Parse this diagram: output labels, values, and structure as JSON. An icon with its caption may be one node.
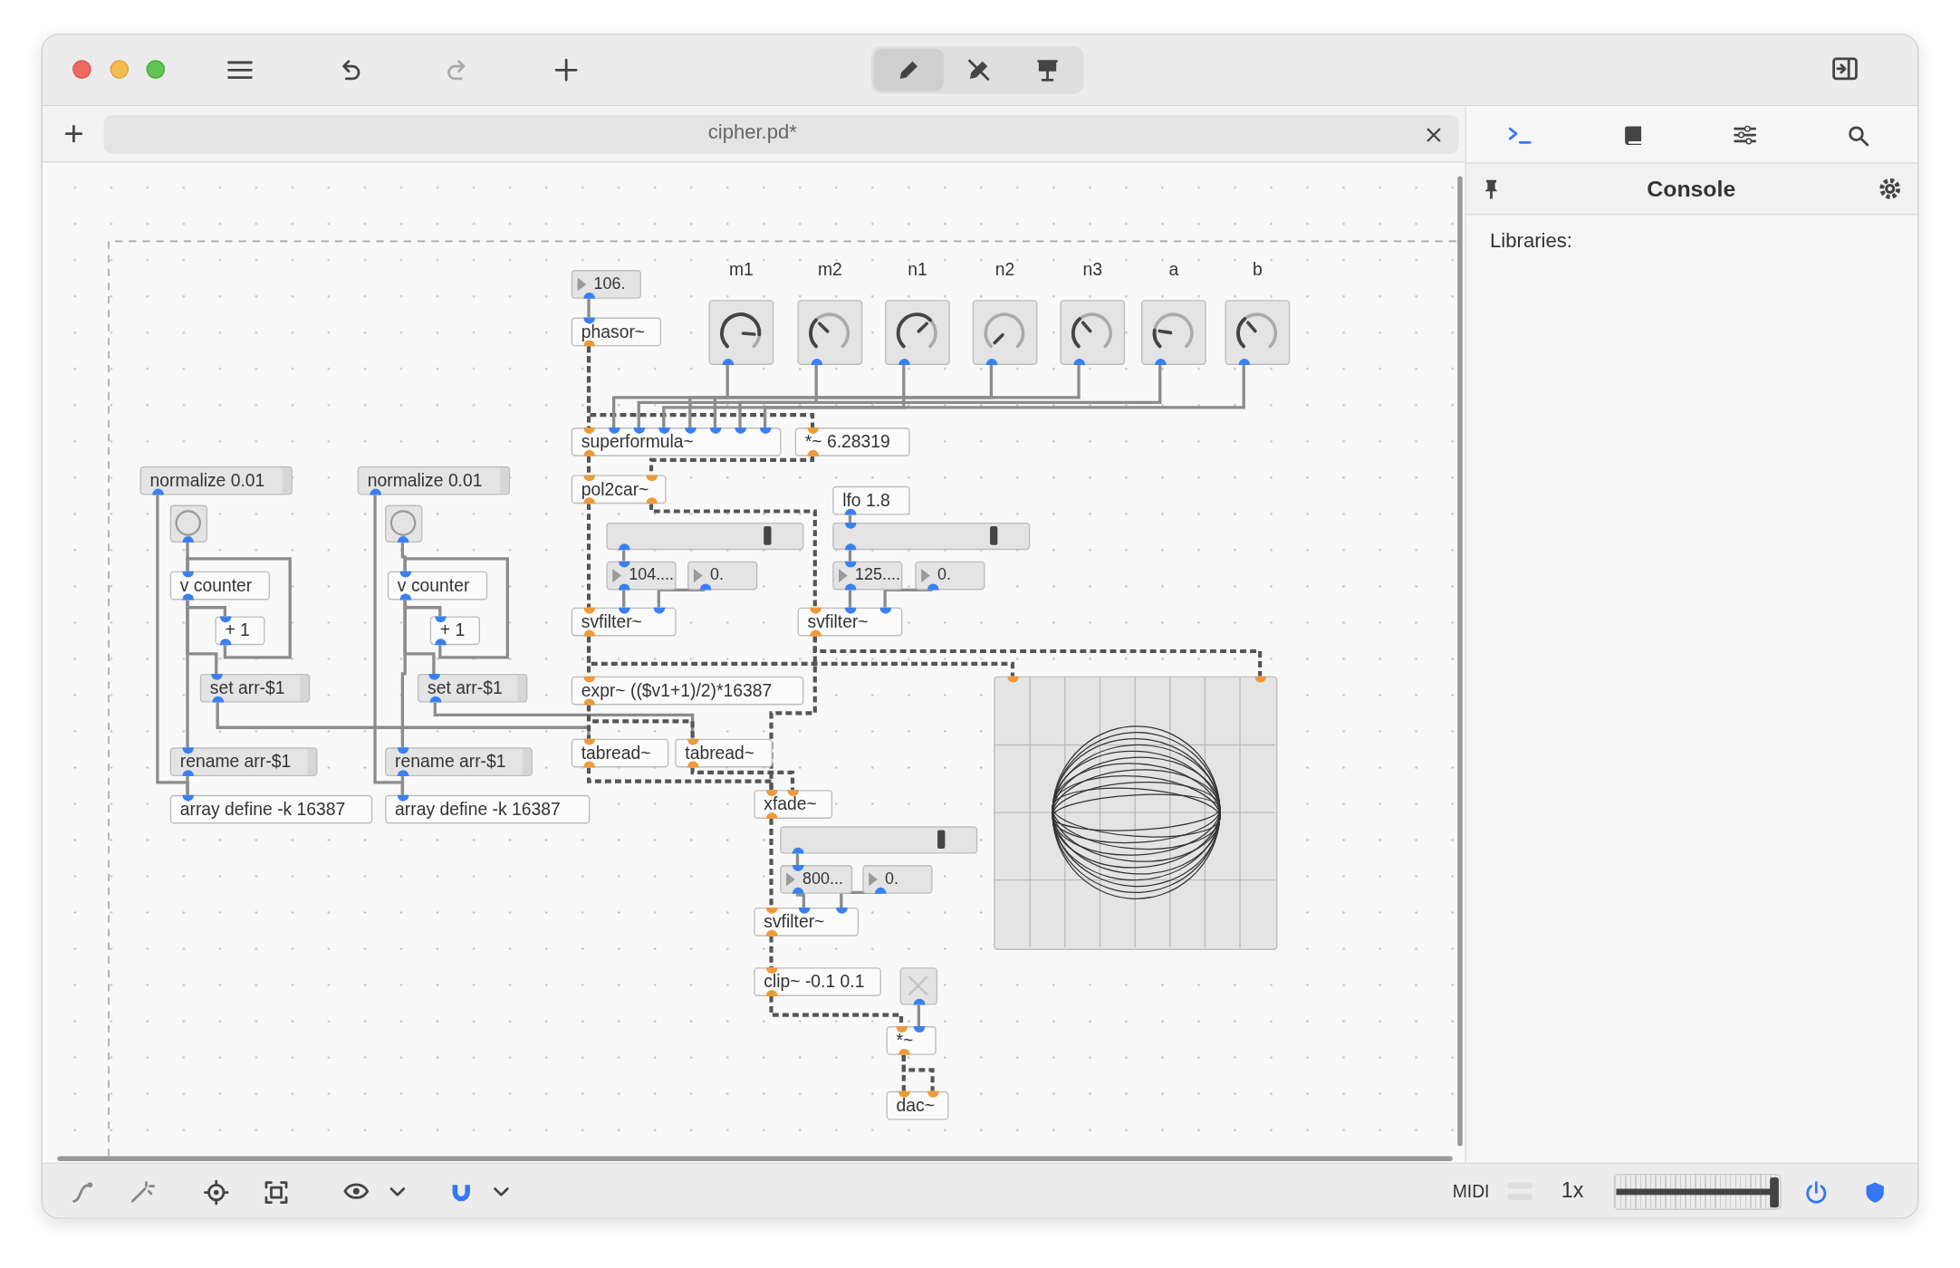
{
  "diagram": {
    "nodes": [
      {
        "text": [
          "normalize 0.01"
        ]
      },
      {
        "text": [],
        "shape": "circle"
      },
      {
        "text": [
          "v counter"
        ]
      },
      {
        "text": [
          "+ 1"
        ]
      },
      {
        "text": [
          "set arr-$1"
        ]
      },
      {
        "text": [
          "rename arr-$1"
        ]
      },
      {
        "text": [
          "array define -k 16387"
        ]
      },
      {
        "text": [
          "normalize 0.01"
        ]
      },
      {
        "text": [],
        "shape": "circle"
      },
      {
        "text": [
          "v counter"
        ]
      },
      {
        "text": [
          "+ 1"
        ]
      },
      {
        "text": [
          "set arr-$1"
        ]
      },
      {
        "text": [
          "rename arr-$1"
        ]
      },
      {
        "text": [
          "array define -k 16387"
        ]
      },
      {
        "text": [
          "106."
        ]
      },
      {
        "text": [
          "phasor~"
        ]
      },
      {
        "text": [],
        "shape": "picture",
        "beside": [
          "m1"
        ]
      },
      {
        "text": [],
        "shape": "picture",
        "beside": [
          "m2"
        ]
      },
      {
        "text": [],
        "shape": "picture",
        "beside": [
          "n1"
        ]
      },
      {
        "text": [],
        "shape": "picture",
        "beside": [
          "n2"
        ]
      },
      {
        "text": [],
        "shape": "picture",
        "beside": [
          "n3"
        ]
      },
      {
        "text": [],
        "shape": "picture",
        "beside": [
          "a"
        ]
      },
      {
        "text": [],
        "shape": "picture",
        "beside": [
          "b"
        ]
      },
      {
        "text": [
          "superformula~"
        ]
      },
      {
        "text": [
          "*~ 6.28319"
        ]
      },
      {
        "text": [
          "pol2car~"
        ]
      },
      {
        "text": [
          "lfo 1.8"
        ]
      },
      {
        "text": [],
        "shape": "bar"
      },
      {
        "text": [],
        "shape": "bar"
      },
      {
        "text": [
          "104...."
        ]
      },
      {
        "text": [
          "0."
        ]
      },
      {
        "text": [
          "125...."
        ]
      },
      {
        "text": [
          "0."
        ]
      },
      {
        "text": [
          "svfilter~"
        ]
      },
      {
        "text": [
          "svfilter~"
        ]
      },
      {
        "text": [
          "expr~ (($v1+1)/2)*16387"
        ]
      },
      {
        "text": [
          "tabread~"
        ]
      },
      {
        "text": [
          "tabread~"
        ]
      },
      {
        "text": [],
        "shape": "picture"
      },
      {
        "text": [
          "xfade~"
        ]
      },
      {
        "text": [],
        "shape": "bar"
      },
      {
        "text": [
          "800..."
        ]
      },
      {
        "text": [
          "0."
        ]
      },
      {
        "text": [
          "svfilter~"
        ]
      },
      {
        "text": [
          "clip~ -0.1 0.1"
        ]
      },
      {
        "text": [],
        "shape": "box"
      },
      {
        "text": [
          "*~"
        ]
      },
      {
        "text": [
          "dac~"
        ]
      }
    ],
    "edges": [
      {
        "from": 0,
        "to": 6,
        "arrow": "none"
      },
      {
        "from": 1,
        "to": 2,
        "arrow": "none"
      },
      {
        "from": 2,
        "to": 3,
        "arrow": "none"
      },
      {
        "from": 3,
        "to": 2,
        "arrow": "none"
      },
      {
        "from": 2,
        "to": 4,
        "arrow": "none"
      },
      {
        "from": 2,
        "to": 5,
        "arrow": "none"
      },
      {
        "from": 5,
        "to": 6,
        "arrow": "none"
      },
      {
        "from": 7,
        "to": 13,
        "arrow": "none"
      },
      {
        "from": 8,
        "to": 9,
        "arrow": "none"
      },
      {
        "from": 9,
        "to": 10,
        "arrow": "none"
      },
      {
        "from": 10,
        "to": 9,
        "arrow": "none"
      },
      {
        "from": 9,
        "to": 11,
        "arrow": "none"
      },
      {
        "from": 9,
        "to": 12,
        "arrow": "none"
      },
      {
        "from": 12,
        "to": 13,
        "arrow": "none"
      },
      {
        "from": 4,
        "to": 36,
        "arrow": "none"
      },
      {
        "from": 11,
        "to": 37,
        "arrow": "none"
      },
      {
        "from": 14,
        "to": 15,
        "arrow": "none"
      },
      {
        "from": 15,
        "to": 23,
        "arrow": "none",
        "style": "dashed"
      },
      {
        "from": 15,
        "to": 24,
        "arrow": "none",
        "style": "dashed"
      },
      {
        "from": 16,
        "to": 23,
        "arrow": "none"
      },
      {
        "from": 17,
        "to": 23,
        "arrow": "none"
      },
      {
        "from": 18,
        "to": 23,
        "arrow": "none"
      },
      {
        "from": 19,
        "to": 23,
        "arrow": "none"
      },
      {
        "from": 20,
        "to": 23,
        "arrow": "none"
      },
      {
        "from": 21,
        "to": 23,
        "arrow": "none"
      },
      {
        "from": 22,
        "to": 23,
        "arrow": "none"
      },
      {
        "from": 23,
        "to": 25,
        "arrow": "none",
        "style": "dashed"
      },
      {
        "from": 24,
        "to": 25,
        "arrow": "none",
        "style": "dashed"
      },
      {
        "from": 25,
        "to": 33,
        "arrow": "none",
        "style": "dashed"
      },
      {
        "from": 25,
        "to": 34,
        "arrow": "none",
        "style": "dashed"
      },
      {
        "from": 27,
        "to": 29,
        "arrow": "none"
      },
      {
        "from": 29,
        "to": 33,
        "arrow": "none"
      },
      {
        "from": 30,
        "to": 33,
        "arrow": "none"
      },
      {
        "from": 26,
        "to": 28,
        "arrow": "none"
      },
      {
        "from": 28,
        "to": 31,
        "arrow": "none"
      },
      {
        "from": 31,
        "to": 34,
        "arrow": "none"
      },
      {
        "from": 32,
        "to": 34,
        "arrow": "none"
      },
      {
        "from": 33,
        "to": 35,
        "arrow": "none",
        "style": "dashed"
      },
      {
        "from": 33,
        "to": 38,
        "arrow": "none",
        "style": "dashed"
      },
      {
        "from": 34,
        "to": 38,
        "arrow": "none",
        "style": "dashed"
      },
      {
        "from": 34,
        "to": 39,
        "arrow": "none",
        "style": "dashed"
      },
      {
        "from": 35,
        "to": 36,
        "arrow": "none",
        "style": "dashed"
      },
      {
        "from": 35,
        "to": 37,
        "arrow": "none",
        "style": "dashed"
      },
      {
        "from": 36,
        "to": 39,
        "arrow": "none",
        "style": "dashed"
      },
      {
        "from": 37,
        "to": 39,
        "arrow": "none",
        "style": "dashed"
      },
      {
        "from": 40,
        "to": 41,
        "arrow": "none"
      },
      {
        "from": 39,
        "to": 43,
        "arrow": "none",
        "style": "dashed"
      },
      {
        "from": 41,
        "to": 43,
        "arrow": "none"
      },
      {
        "from": 42,
        "to": 43,
        "arrow": "none"
      },
      {
        "from": 43,
        "to": 44,
        "arrow": "none",
        "style": "dashed"
      },
      {
        "from": 44,
        "to": 46,
        "arrow": "none",
        "style": "dashed"
      },
      {
        "from": 45,
        "to": 46,
        "arrow": "none"
      },
      {
        "from": 46,
        "to": 47,
        "arrow": "none",
        "style": "dashed"
      },
      {
        "from": 46,
        "to": 47,
        "arrow": "none",
        "style": "dashed"
      }
    ],
    "labels": [
      "cipher.pd*",
      "Console",
      "Libraries:",
      "MIDI",
      "1x"
    ]
  }
}
